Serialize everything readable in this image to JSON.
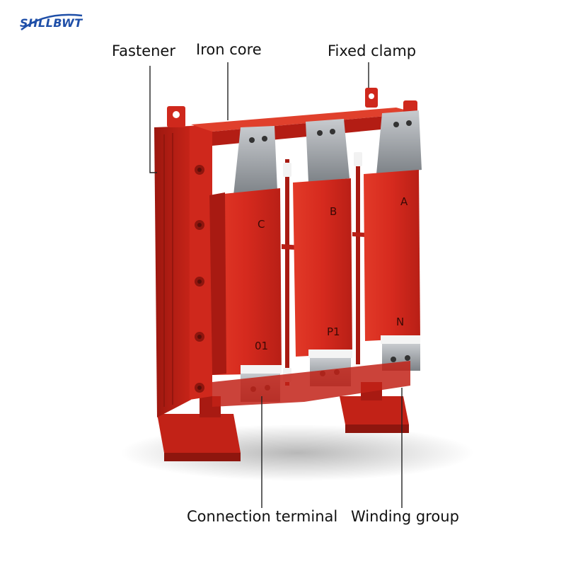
{
  "brand": {
    "logo_text": "SHLLBWT",
    "color": "#1f4fa8"
  },
  "callouts": {
    "fastener": "Fastener",
    "iron_core": "Iron core",
    "fixed_clamp": "Fixed clamp",
    "connection_terminal": "Connection terminal",
    "winding_group": "Winding group"
  },
  "coils": [
    {
      "top_label": "C",
      "bottom_label": "01"
    },
    {
      "top_label": "B",
      "bottom_label": "P1"
    },
    {
      "top_label": "A",
      "bottom_label": "N"
    }
  ],
  "colors": {
    "body_red": "#d62a1e",
    "dark_red": "#a81a12",
    "light_red": "#ea4a36",
    "terminal_gray": "#8f9499",
    "leader_line": "#222222"
  }
}
